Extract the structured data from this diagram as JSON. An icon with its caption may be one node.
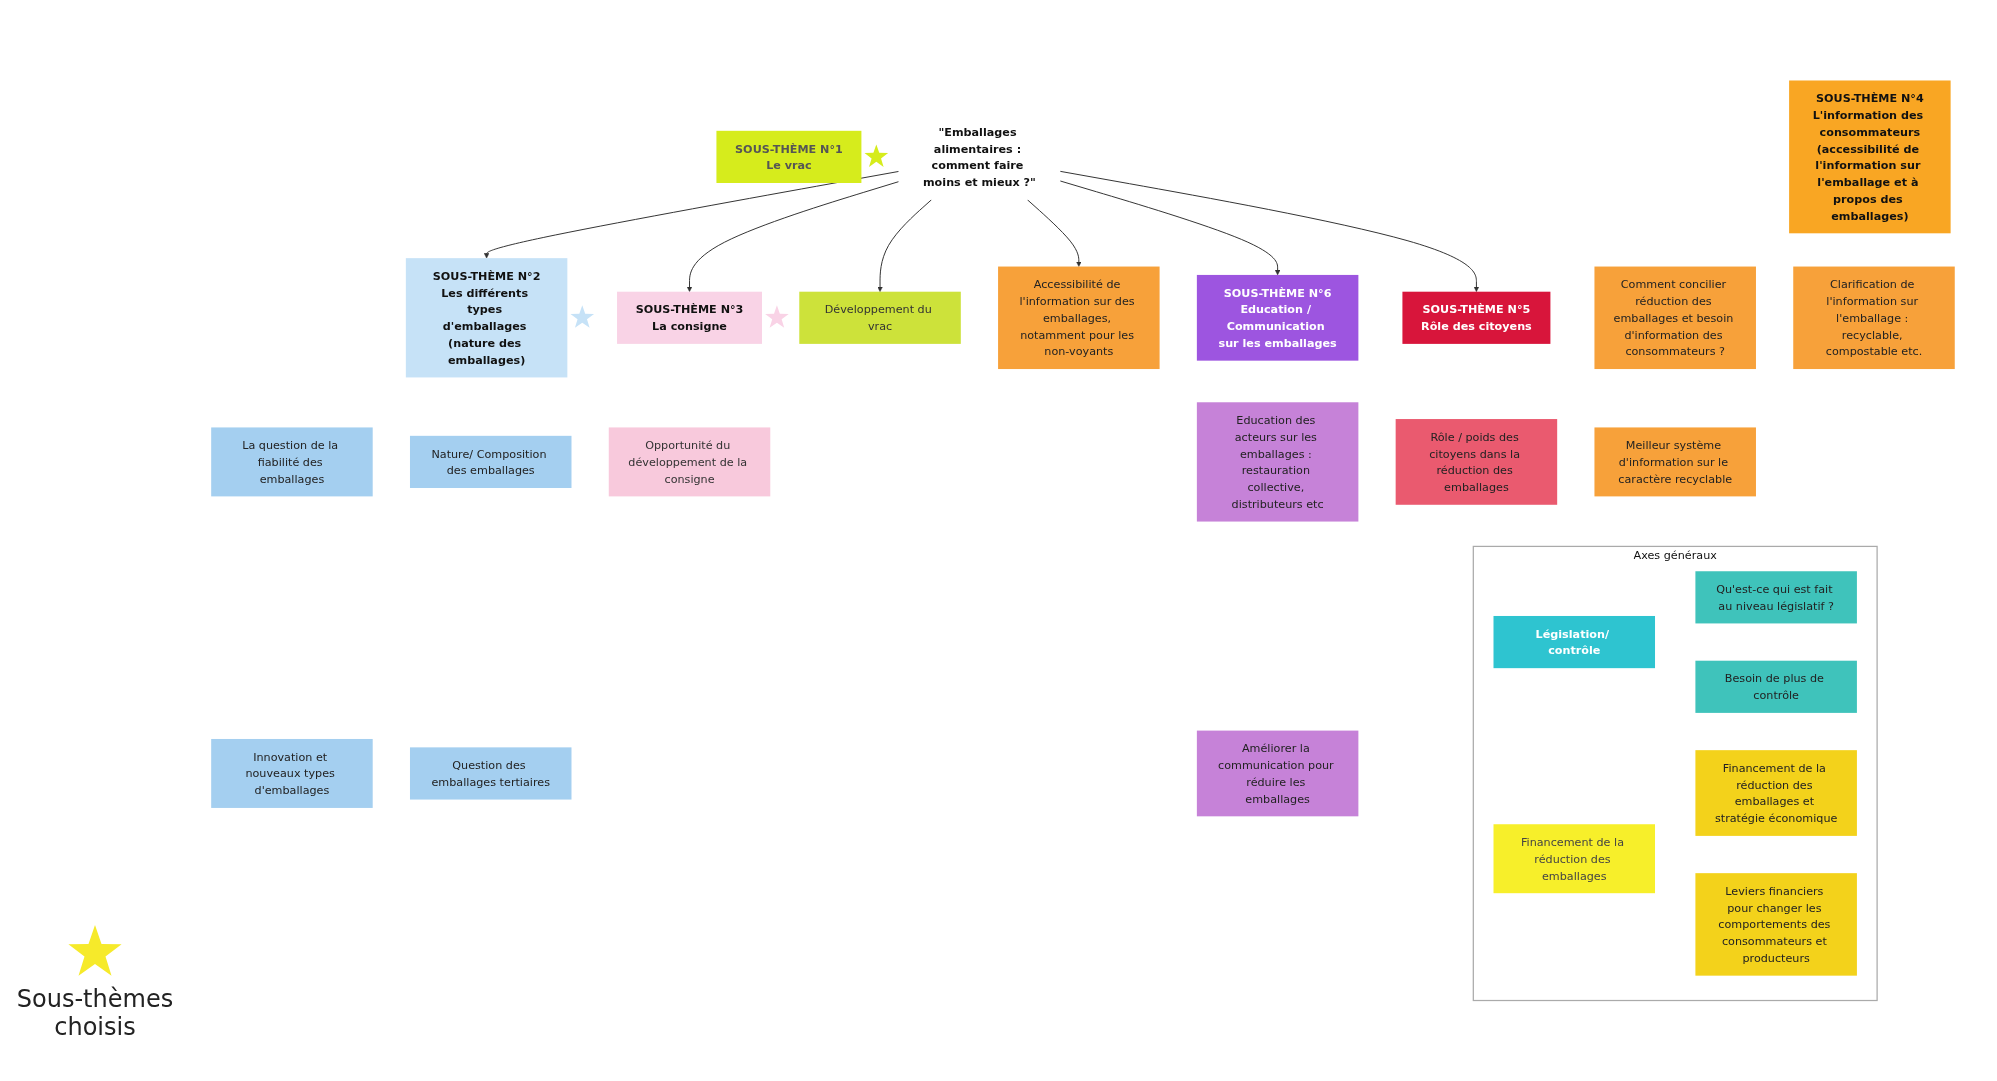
{
  "diagram": {
    "nodes": [
      {
        "text": [
          "Axes généraux"
        ]
      },
      {
        "text": [
          "Législation/ contrôle"
        ],
        "in": 0
      },
      {
        "text": [
          "Qu'est-ce qui est fait au niveau législatif ?"
        ],
        "in": 0
      },
      {
        "text": [
          "Besoin de plus de contrôle"
        ],
        "in": 0
      },
      {
        "text": [
          "Financement de la réduction des emballages"
        ],
        "in": 0
      },
      {
        "text": [
          "Financement de la réduction des emballages et stratégie économique"
        ],
        "in": 0
      },
      {
        "text": [
          "Leviers financiers pour changer les comportements des consommateurs et producteurs"
        ],
        "in": 0
      },
      {
        "text": [
          "La question de la fiabilité des emballages"
        ]
      },
      {
        "text": [
          "Nature/ Composition des emballages"
        ]
      },
      {
        "text": [
          "Innovation et nouveaux types d'emballages"
        ]
      },
      {
        "text": [
          "Question des emballages tertiaires"
        ]
      },
      {
        "text": [
          "SOUS-THÈME N°2",
          "Les différents types d'emballages (nature des emballages)"
        ]
      },
      {
        "text": [
          "Opportunité du développement de la consigne"
        ]
      },
      {
        "text": [
          "SOUS-THÈME N°3",
          "La consigne"
        ]
      },
      {
        "text": [
          "SOUS-THÈME N°1",
          "Le vrac"
        ]
      },
      {
        "text": [
          "Développement du vrac"
        ]
      },
      {
        "text": [
          "\"Emballages alimentaires : comment faire moins et mieux ?\""
        ]
      },
      {
        "text": [
          "SOUS-THÈME N°4",
          "L'information des consommateurs",
          "(accessibilité de l'information sur l'emballage et à propos des emballages)"
        ]
      },
      {
        "text": [
          "Accessibilité de l'information sur des emballages, notamment pour les non-voyants"
        ]
      },
      {
        "text": [
          "Comment concilier réduction des emballages et besoin d'information des consommateurs ?"
        ]
      },
      {
        "text": [
          "Clarification de l'information sur l'emballage : recyclable, compostable etc."
        ]
      },
      {
        "text": [
          "Meilleur système d'information sur le caractère recyclable"
        ]
      },
      {
        "text": [
          "SOUS-THÈME N°6",
          "Education / Communication sur les emballages"
        ]
      },
      {
        "text": [
          "Education des acteurs sur les emballages : restauration collective, distributeurs etc"
        ]
      },
      {
        "text": [
          "Améliorer la communication pour réduire les emballages"
        ]
      },
      {
        "text": [
          "SOUS-THÈME N°5",
          "Rôle des citoyens"
        ]
      },
      {
        "text": [
          "Rôle / poids des citoyens dans la réduction des emballages"
        ]
      }
    ],
    "edges": [
      {
        "from": 16,
        "to": 11,
        "arrow": "to"
      },
      {
        "from": 16,
        "to": 13,
        "arrow": "to"
      },
      {
        "from": 16,
        "to": 15,
        "arrow": "to"
      },
      {
        "from": 16,
        "to": 18,
        "arrow": "to"
      },
      {
        "from": 16,
        "to": 22,
        "arrow": "to"
      },
      {
        "from": 16,
        "to": 25,
        "arrow": "to"
      }
    ],
    "legend": [
      {
        "text": "Sous-thèmes choisis"
      }
    ]
  }
}
